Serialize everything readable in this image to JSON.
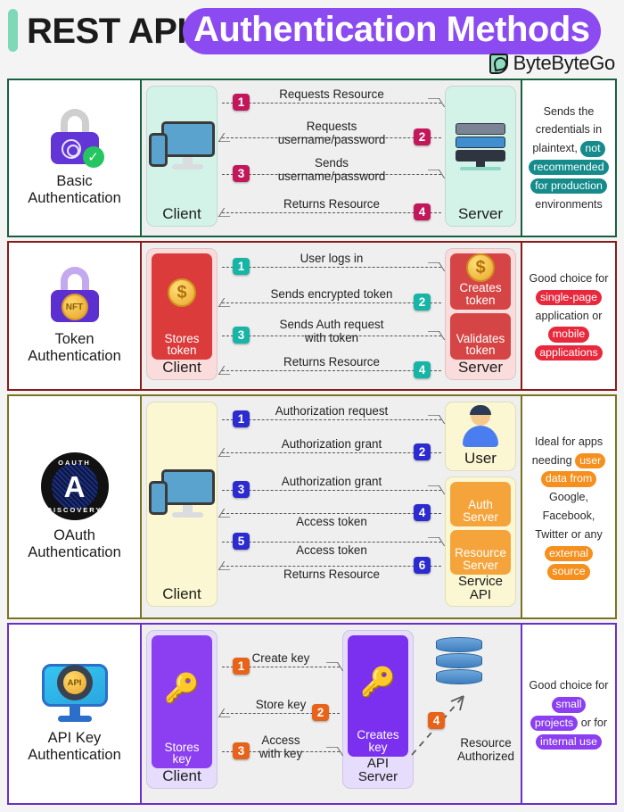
{
  "header": {
    "title_plain": "REST API",
    "title_highlight": "Authentication Methods",
    "brand": "ByteByteGo",
    "highlight_color": "#8b4bf0",
    "accent_color": "#7fd8b8"
  },
  "rows": [
    {
      "id": "basic",
      "method": "Basic\nAuthentication",
      "border_color": "#17603f",
      "num_color": "#c2185b",
      "client": {
        "label": "Client",
        "box_color": "#d4f3e8"
      },
      "server": {
        "label": "Server",
        "box_color": "#d4f3e8"
      },
      "steps": [
        {
          "n": "1",
          "label": "Requests Resource",
          "dir": "right"
        },
        {
          "n": "2",
          "label": "Requests\nusername/password",
          "dir": "left"
        },
        {
          "n": "3",
          "label": "Sends\nusername/password",
          "dir": "right"
        },
        {
          "n": "4",
          "label": "Returns Resource",
          "dir": "left"
        }
      ],
      "note": {
        "segments": [
          {
            "text": "Sends the credentials in plaintext,",
            "hl": false
          },
          {
            "text": "not",
            "hl": true
          },
          {
            "text": "recommended",
            "hl": true
          },
          {
            "text": "for production",
            "hl": true
          },
          {
            "text": "environments",
            "hl": false
          }
        ],
        "hl_color": "#158b8b"
      }
    },
    {
      "id": "token",
      "method": "Token\nAuthentication",
      "border_color": "#8b1a1a",
      "num_color": "#16b5a5",
      "client": {
        "label": "Client",
        "box_color": "#fadcdc",
        "inner": [
          "Stores\ntoken"
        ],
        "inner_color": "#dc3b3b"
      },
      "server": {
        "label": "Server",
        "box_color": "#fadcdc",
        "inner": [
          "Creates\ntoken",
          "Validates\ntoken"
        ],
        "inner_color": "#d64545"
      },
      "steps": [
        {
          "n": "1",
          "label": "User logs in",
          "dir": "right"
        },
        {
          "n": "2",
          "label": "Sends encrypted token",
          "dir": "left"
        },
        {
          "n": "3",
          "label": "Sends Auth request\nwith token",
          "dir": "right"
        },
        {
          "n": "4",
          "label": "Returns Resource",
          "dir": "left"
        }
      ],
      "note": {
        "segments": [
          {
            "text": "Good choice for",
            "hl": false
          },
          {
            "text": "single-page",
            "hl": true
          },
          {
            "text": "application or",
            "hl": false
          },
          {
            "text": "mobile",
            "hl": true
          },
          {
            "text": "applications",
            "hl": true
          }
        ],
        "hl_color": "#e8283c"
      }
    },
    {
      "id": "oauth",
      "method": "OAuth\nAuthentication",
      "border_color": "#7a7320",
      "num_color": "#2b2bd0",
      "client": {
        "label": "Client",
        "box_color": "#fbf7d2"
      },
      "right_nodes": [
        {
          "label": "User",
          "box_color": "#fbf7d2",
          "kind": "user"
        },
        {
          "label": "Service\nAPI",
          "box_color": "#fbf7d2",
          "kind": "servers",
          "inner": [
            "Auth\nServer",
            "Resource\nServer"
          ],
          "inner_color": "#f5a43c"
        }
      ],
      "steps": [
        {
          "n": "1",
          "label": "Authorization request",
          "dir": "right"
        },
        {
          "n": "2",
          "label": "Authorization grant",
          "dir": "left"
        },
        {
          "n": "3",
          "label": "Authorization grant",
          "dir": "right"
        },
        {
          "n": "4",
          "label": "Access token",
          "dir": "left"
        },
        {
          "n": "5",
          "label": "Access token",
          "dir": "right"
        },
        {
          "n": "6",
          "label": "Returns Resource",
          "dir": "left"
        }
      ],
      "note": {
        "segments": [
          {
            "text": "Ideal for apps needing",
            "hl": false
          },
          {
            "text": "user",
            "hl": true
          },
          {
            "text": "data from",
            "hl": true
          },
          {
            "text": "Google, Facebook, Twitter or any",
            "hl": false
          },
          {
            "text": "external",
            "hl": true
          },
          {
            "text": "source",
            "hl": true
          }
        ],
        "hl_color": "#f5901e"
      }
    },
    {
      "id": "apikey",
      "method": "API Key\nAuthentication",
      "border_color": "#6b2fc9",
      "num_color": "#e8631a",
      "client": {
        "label": "Client",
        "box_color": "#e6dcfb",
        "inner": [
          "Stores\nkey"
        ],
        "inner_color": "#8b3ff0"
      },
      "server": {
        "label": "API\nServer",
        "box_color": "#e6dcfb",
        "inner": [
          "Creates\nkey"
        ],
        "inner_color": "#7a30ee"
      },
      "steps": [
        {
          "n": "1",
          "label": "Create key",
          "dir": "right"
        },
        {
          "n": "2",
          "label": "Store key",
          "dir": "left"
        },
        {
          "n": "3",
          "label": "Access\nwith key",
          "dir": "right"
        },
        {
          "n": "4",
          "label": "Resource\nAuthorized",
          "dir": "diag"
        }
      ],
      "note": {
        "segments": [
          {
            "text": "Good choice for",
            "hl": false
          },
          {
            "text": "small",
            "hl": true
          },
          {
            "text": "projects",
            "hl": true
          },
          {
            "text": "or for",
            "hl": false
          },
          {
            "text": "internal use",
            "hl": true
          }
        ],
        "hl_color": "#8b3ff0"
      }
    }
  ]
}
